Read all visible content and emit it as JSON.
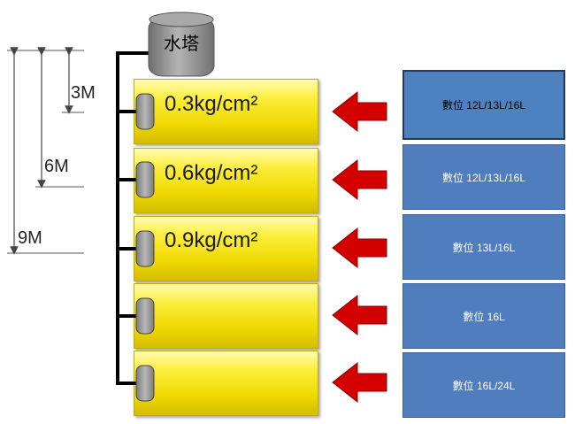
{
  "tank": {
    "label": "水塔"
  },
  "floors": [
    {
      "pressure": "0.3kg/cm²",
      "info": "數位 12L/13L/16L"
    },
    {
      "pressure": "0.6kg/cm²",
      "info": "數位 12L/13L/16L"
    },
    {
      "pressure": "0.9kg/cm²",
      "info": "數位 13L/16L"
    },
    {
      "pressure": "",
      "info": "數位 16L"
    },
    {
      "pressure": "",
      "info": "數位 16L/24L"
    }
  ],
  "heights": [
    "3M",
    "6M",
    "9M"
  ],
  "colors": {
    "floor_yellow": "#f5e31c",
    "info_blue": "#4f7dbd",
    "arrow_red": "#d40000",
    "pipe": "#000000",
    "tank_gray": "#8c8c8c"
  }
}
